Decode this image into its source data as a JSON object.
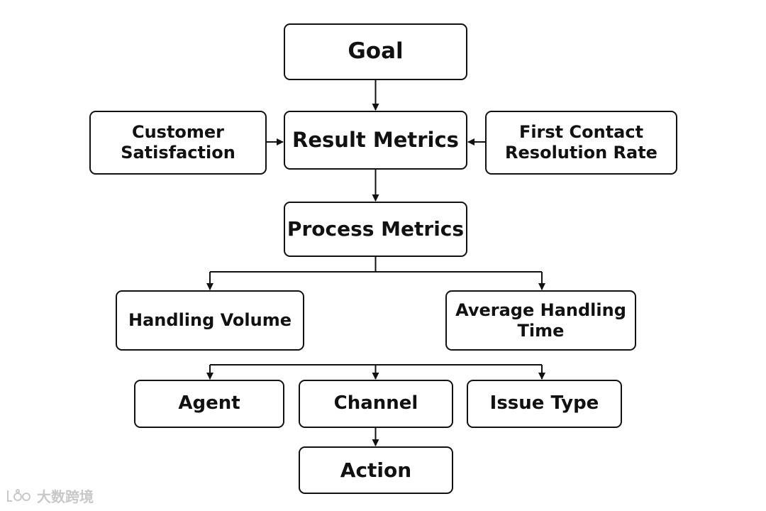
{
  "diagram": {
    "nodes": {
      "goal": "Goal",
      "result_metrics": "Result Metrics",
      "customer_satisfaction": "Customer\nSatisfaction",
      "first_contact_resolution": "First Contact\nResolution Rate",
      "process_metrics": "Process Metrics",
      "handling_volume": "Handling Volume",
      "average_handling_time": "Average Handling\nTime",
      "agent": "Agent",
      "channel": "Channel",
      "issue_type": "Issue Type",
      "action": "Action"
    }
  },
  "watermark": {
    "text": "大数跨境"
  },
  "colors": {
    "stroke": "#111111",
    "background": "#ffffff",
    "watermark": "#c8c8c8"
  }
}
